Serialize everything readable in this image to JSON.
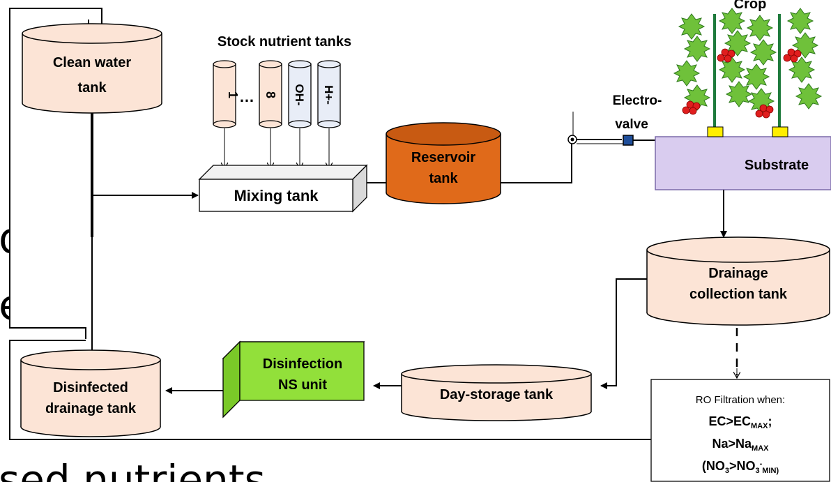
{
  "bg_text": {
    "line1": "d",
    "line2": "ent",
    "bottom": "sed nutrients"
  },
  "crop": {
    "label": "Crop"
  },
  "clean_water_tank": {
    "line1": "Clean water",
    "line2": "tank"
  },
  "stock_tanks": {
    "title": "Stock nutrient tanks",
    "tube1": "1",
    "dots": "…",
    "tube8": "8",
    "tube_oh": "OH-",
    "tube_h": "H+-"
  },
  "mixing_tank": {
    "label": "Mixing tank"
  },
  "reservoir_tank": {
    "line1": "Reservoir",
    "line2": "tank"
  },
  "electrovalve": {
    "line1": "Electro-",
    "line2": "valve"
  },
  "substrate": {
    "label": "Substrate"
  },
  "drainage_collection_tank": {
    "line1": "Drainage",
    "line2": "collection tank"
  },
  "ro_filtration": {
    "line1": "RO Filtration when:",
    "ec": "EC>EC",
    "ec_sub": "MAX",
    "ec_end": ";",
    "na": "Na>Na",
    "na_sub": "MAX",
    "no3_a": "(NO",
    "no3_sub1": "3",
    "no3_b": ">NO",
    "no3_sub2": "3",
    "no3_sup": "-",
    "no3_sub3": "MIN)"
  },
  "day_storage_tank": {
    "label": "Day-storage tank"
  },
  "disinfection_unit": {
    "line1": "Disinfection",
    "line2": "NS unit"
  },
  "disinfected_drainage_tank": {
    "line1": "Disinfected",
    "line2": "drainage tank"
  },
  "colors": {
    "tank_fill": "#fce4d6",
    "reservoir": "#e06a1a",
    "disinfection": "#92e03a",
    "substrate": "#d9ccef",
    "stock_blue": "#e8edf7",
    "leaf": "#6fc13a",
    "berry": "#e01e1e",
    "stem": "#1e7a3c",
    "pot": "#ffee00"
  }
}
